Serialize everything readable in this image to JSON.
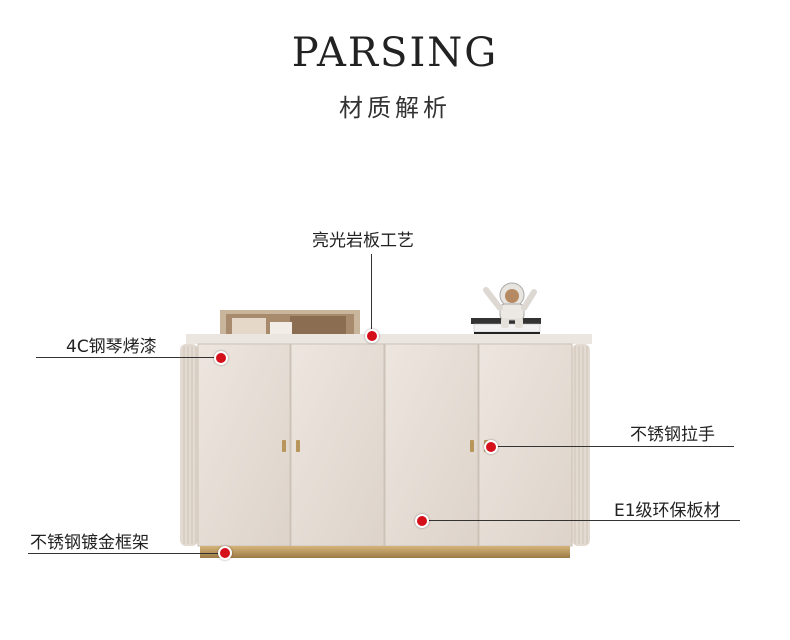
{
  "header": {
    "title": "PARSING",
    "subtitle": "材质解析"
  },
  "callouts": {
    "top_panel": "亮光岩板工艺",
    "paint": "4C钢琴烤漆",
    "handle": "不锈钢拉手",
    "board": "E1级环保板材",
    "frame": "不锈钢镀金框架"
  },
  "colors": {
    "dot": "#d4101a",
    "cabinet": "#e6ddd5",
    "gold": "#b8955a"
  },
  "icons": {
    "astronaut": "astronaut-figurine-icon",
    "picture": "framed-picture-icon"
  }
}
